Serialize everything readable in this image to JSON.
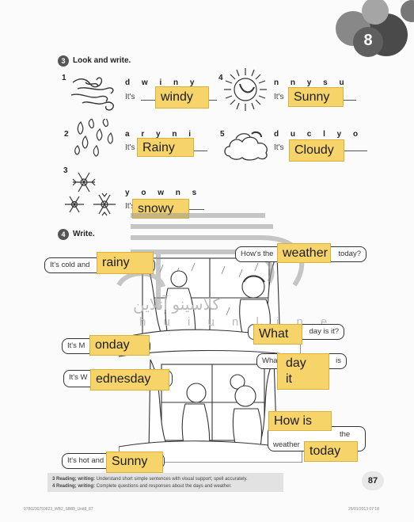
{
  "unit_number": "8",
  "section3": {
    "number": "3",
    "title": "Look and write.",
    "items": [
      {
        "num": "1",
        "letters": "d w i n y",
        "prefix": "It's",
        "answer": "windy",
        "icon": "wind-icon"
      },
      {
        "num": "2",
        "letters": "a r y n i",
        "prefix": "It's",
        "answer": "Rainy",
        "icon": "raindrops-icon"
      },
      {
        "num": "3",
        "letters": "y o w n s",
        "prefix": "It's",
        "answer": "snowy",
        "icon": "snowflakes-icon"
      },
      {
        "num": "4",
        "letters": "n n y s u",
        "prefix": "It's",
        "answer": "Sunny",
        "icon": "sun-icon"
      },
      {
        "num": "5",
        "letters": "d u c l y o",
        "prefix": "It's",
        "answer": "Cloudy",
        "icon": "cloud-icon"
      }
    ]
  },
  "section4": {
    "number": "4",
    "title": "Write.",
    "bubbles": {
      "b1": "It's cold and",
      "b2": "How's the",
      "b2_end": "today?",
      "b3": "day is it?",
      "b4": "It's M",
      "b5": "It's W",
      "b6": "What",
      "b6_end": "is",
      "b7_line1": "the",
      "b7_line2": "weather",
      "b8": "It's hot and"
    },
    "answers": {
      "a1": "rainy",
      "a2": "weather",
      "a3": "What",
      "a4": "onday",
      "a5": "ednesday",
      "a6a": "day",
      "a6b": "it",
      "a7a": "How is",
      "a7b": "today",
      "a8": "Sunny"
    }
  },
  "watermark": {
    "arabic": "کلاسینو آنلاین",
    "latin": "h u i u n l i n e"
  },
  "footer": {
    "line1_label": "3  Reading; writing:",
    "line1_text": "Understand short simple sentences with visual support; spell accurately.",
    "line2_label": "4  Reading; writing:",
    "line2_text": "Complete questions and responses about the days and weather."
  },
  "page_number": "87",
  "print_info": {
    "left": "9780230759823_WB2_SB89_Unit8_87",
    "right": "25/01/2013  07:18"
  },
  "colors": {
    "answer_fill": "#f6d469",
    "answer_border": "#d9b23b",
    "footer_bg": "#e2e2e2",
    "unit_circle": "#5f5f5f"
  }
}
